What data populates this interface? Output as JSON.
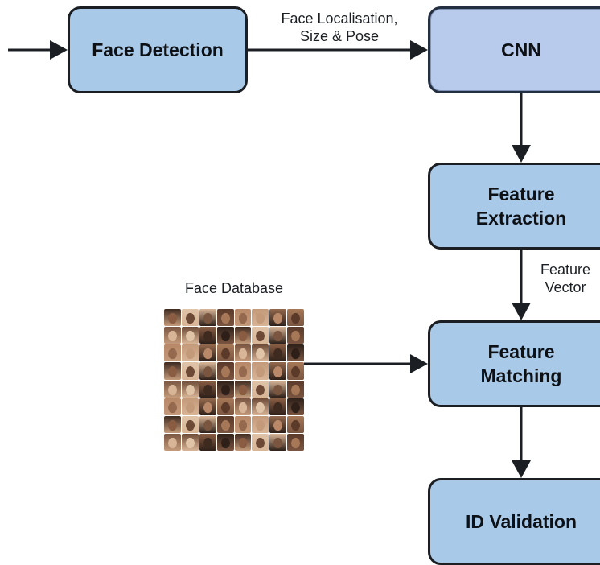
{
  "nodes": {
    "face_detection": "Face Detection",
    "cnn": "CNN",
    "feature_extraction": "Feature\nExtraction",
    "feature_matching": "Feature\nMatching",
    "id_validation": "ID Validation"
  },
  "edge_labels": {
    "localisation": "Face Localisation,\nSize & Pose",
    "feature_vector": "Feature\nVector"
  },
  "database": {
    "title": "Face Database",
    "image_icon": "face-mosaic-image"
  },
  "colors": {
    "node_fill": "#a9c9e8",
    "cnn_fill": "#b9cbed",
    "stroke": "#1b1f24"
  }
}
